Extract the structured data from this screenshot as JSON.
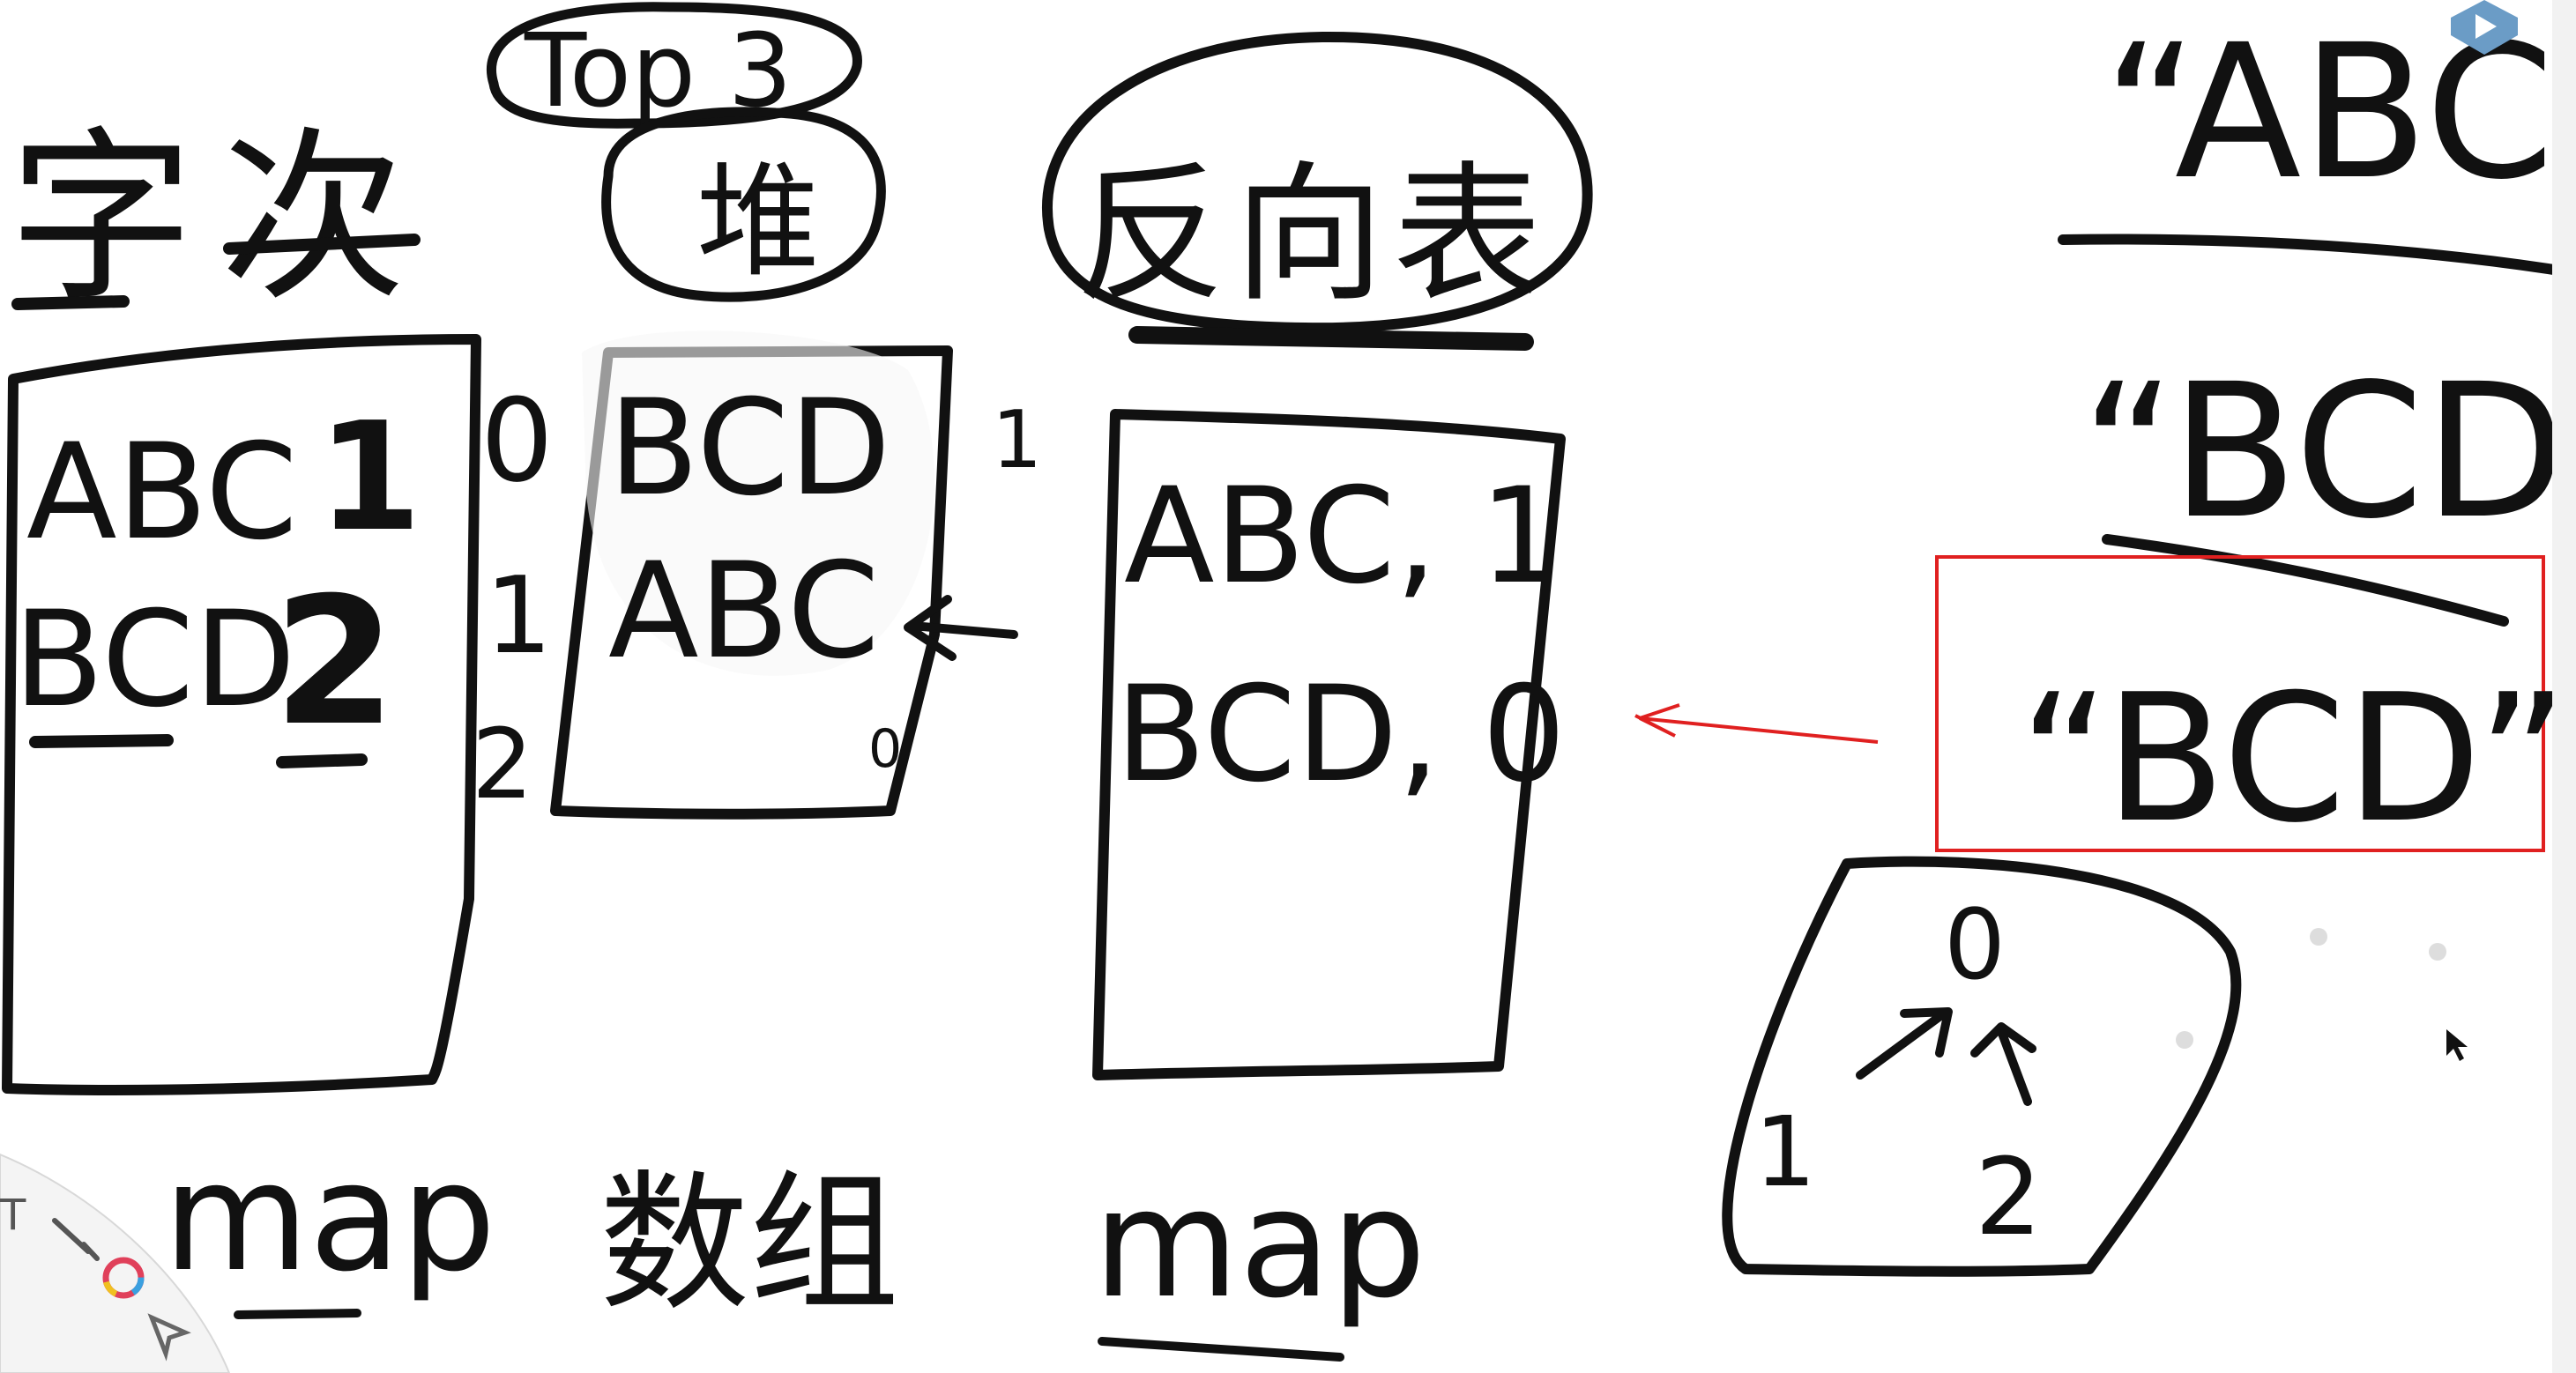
{
  "labels": {
    "title_left": "字次",
    "top3": "Top 3",
    "heap": "堆",
    "reverse_table": "反向表",
    "quote_abc": "“ABC",
    "quote_bcd": "“BCD”",
    "quote_bcd_boxed": "“BCD”"
  },
  "left_map": {
    "rows": [
      {
        "key": "ABC",
        "count": "1"
      },
      {
        "key": "BCD",
        "count": "2"
      }
    ],
    "caption": "map"
  },
  "heap_array": {
    "indices": [
      "0",
      "1",
      "2"
    ],
    "items": [
      "BCD",
      "ABC"
    ],
    "side_marks": [
      "1",
      "0"
    ],
    "caption": "数组"
  },
  "right_map": {
    "rows": [
      "ABC, 1",
      "BCD, 0"
    ],
    "caption": "map"
  },
  "tree": {
    "root": "0",
    "left": "1",
    "right": "2"
  },
  "toolbar": {
    "tools": [
      "text-tool",
      "brush-tool",
      "color-picker",
      "pointer-tool"
    ]
  },
  "colors": {
    "ink": "#111111",
    "highlight": "#e02020",
    "paper": "#ffffff"
  }
}
